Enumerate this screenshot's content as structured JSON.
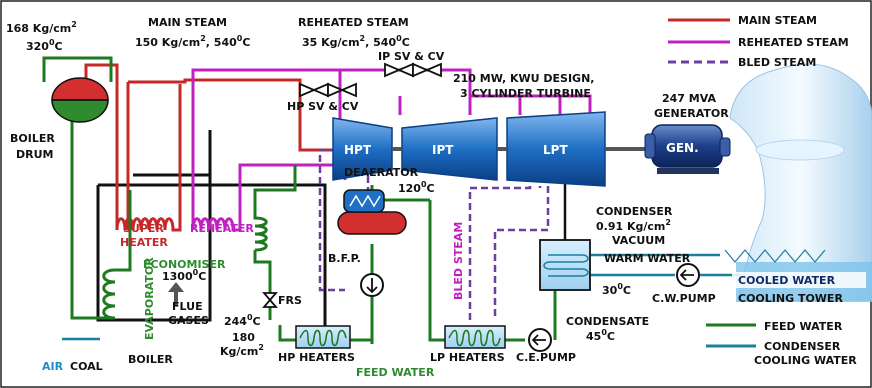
{
  "boiler_drum": {
    "pressure": "168 Kg/cm",
    "pressure_sup": "2",
    "temp": "320",
    "temp_unit": "0",
    "temp_suffix": "C",
    "label_1": "BOILER",
    "label_2": "DRUM"
  },
  "main_steam": {
    "title": "MAIN STEAM",
    "cond": "150 Kg/cm",
    "cond_sup": "2",
    "cond_rest": ", 540",
    "cond_deg": "0",
    "cond_c": "C"
  },
  "reheated_steam": {
    "title": "REHEATED STEAM",
    "cond": "35 Kg/cm",
    "cond_sup": "2",
    "cond_rest": ", 540",
    "cond_deg": "0",
    "cond_c": "C"
  },
  "valves": {
    "ip": "IP SV & CV",
    "hp": "HP SV & CV",
    "frs": "FRS"
  },
  "turbine": {
    "title_1": "210 MW, KWU DESIGN,",
    "title_2": "3 CYLINDER TURBINE",
    "hpt": "HPT",
    "ipt": "IPT",
    "lpt": "LPT"
  },
  "generator": {
    "rating_1": "247 MVA",
    "rating_2": "GENERATOR",
    "label": "GEN."
  },
  "legend": {
    "main_steam": "MAIN STEAM",
    "reheated_steam": "REHEATED STEAM",
    "bled_steam": "BLED STEAM",
    "feed_water": "FEED WATER",
    "condenser_cooling_1": "CONDENSER",
    "condenser_cooling_2": "COOLING WATER"
  },
  "deaerator": {
    "label": "DEAERATOR",
    "temp": "120",
    "temp_deg": "0",
    "temp_c": "C"
  },
  "boiler": {
    "super_1": "SUPER",
    "super_2": "HEATER",
    "reheater": "REHEATER",
    "economiser": "ECONOMISER",
    "flue_temp": "1300",
    "flue_deg": "0",
    "flue_c": "C",
    "flue_1": "FLUE",
    "flue_2": "GASES",
    "evaporator": "EVAPORATOR",
    "boiler": "BOILER",
    "air": "AIR",
    "coal": "COAL",
    "fw_temp": "244",
    "fw_deg": "0",
    "fw_c": "C",
    "fw_pressure": "180",
    "fw_pressure_unit": "Kg/cm",
    "fw_pressure_sup": "2"
  },
  "bfp": "B.F.P.",
  "bled_steam_vertical": "BLED STEAM",
  "condenser": {
    "title": "CONDENSER",
    "pressure": "0.91 Kg/cm",
    "pressure_sup": "2",
    "vacuum": "VACUUM"
  },
  "cooling": {
    "warm_water": "WARM WATER",
    "cooled_water": "COOLED WATER",
    "tower": "COOLING TOWER",
    "return_temp": "30",
    "return_deg": "0",
    "return_c": "C",
    "cw_pump": "C.W.PUMP"
  },
  "condensate": {
    "label": "CONDENSATE",
    "temp": "45",
    "temp_deg": "0",
    "temp_c": "C"
  },
  "heaters": {
    "hp": "HP HEATERS",
    "lp": "LP HEATERS",
    "ce_pump": "C.E.PUMP",
    "feed_water": "FEED WATER"
  },
  "colors": {
    "main_steam": "#c62828",
    "reheated_steam": "#c020c0",
    "bled_steam": "#6a3fa0",
    "feed_water": "#1e7a1e",
    "cooling_water": "#1d7f9c",
    "turbine_blue": "#1f6fc4",
    "drum_red": "#d32f2f",
    "drum_green": "#2e8b2e"
  }
}
